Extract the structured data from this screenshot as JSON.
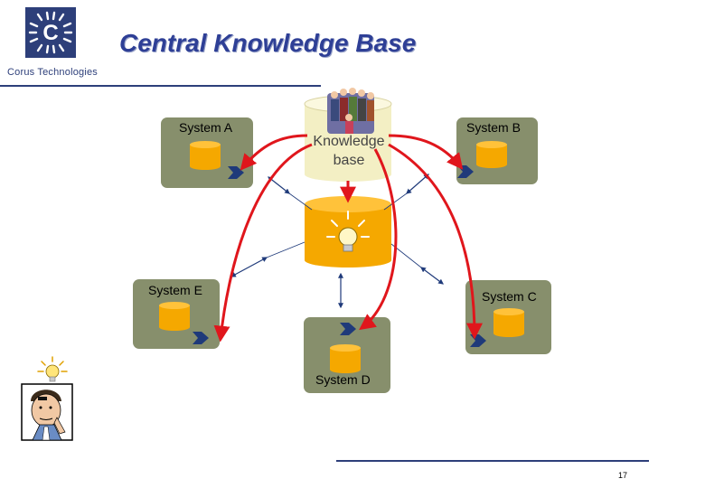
{
  "title": "Central Knowledge Base",
  "company": "Corus Technologies",
  "logo": {
    "letter": "C",
    "color": "#2d3f7a"
  },
  "knowledge_base": {
    "line1": "Knowledge",
    "line2": "base"
  },
  "systems": [
    {
      "id": "a",
      "label": "System A"
    },
    {
      "id": "b",
      "label": "System B"
    },
    {
      "id": "c",
      "label": "System C"
    },
    {
      "id": "d",
      "label": "System D"
    },
    {
      "id": "e",
      "label": "System E"
    }
  ],
  "page_number": "17",
  "colors": {
    "system_box": "#878f6c",
    "cylinder": "#f5a800",
    "cylinder_top": "#ffc23a",
    "kb_cylinder": "#f3efc4",
    "connector": "#1f3a7a",
    "arrow": "#e0161c",
    "title": "#2e3f96"
  }
}
